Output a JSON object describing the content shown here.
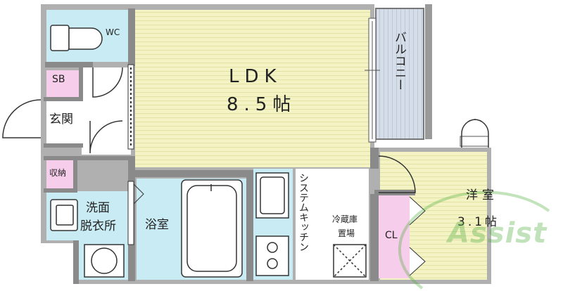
{
  "rooms": {
    "ldk": {
      "name": "LDK",
      "size": "8.5帖"
    },
    "western": {
      "name": "洋室",
      "size": "3.1帖"
    },
    "balcony": "バルコニー",
    "wc": "WC",
    "sb": "SB",
    "entrance": "玄関",
    "storage": "収納",
    "washroom_line1": "洗面",
    "washroom_line2": "脱衣所",
    "bathroom": "浴室",
    "kitchen": "システムキッチン",
    "fridge_line1": "冷蔵庫",
    "fridge_line2": "置場",
    "closet": "CL"
  },
  "watermark": "Assist",
  "colors": {
    "ldk_floor": "#f3f3c4",
    "western_floor": "#f3f3c4",
    "balcony": "#d4dde8",
    "water_area": "#c9ecf4",
    "storage": "#f6cdea",
    "wall": "#8a8a8a",
    "watermark": "#4fae3c"
  }
}
